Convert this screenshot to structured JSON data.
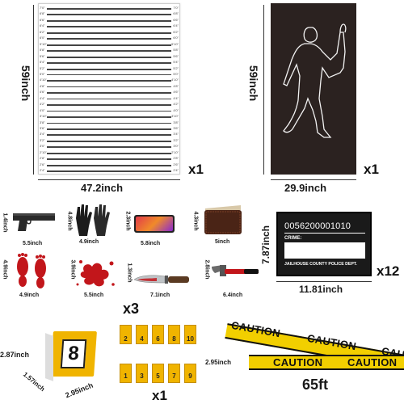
{
  "height_chart": {
    "width_label": "47.2inch",
    "height_label": "59inch",
    "qty": "x1",
    "marks_left": [
      "7'0\"",
      "6'8\"",
      "6'6\"",
      "6'4\"",
      "6'2\"",
      "6'0\"",
      "5'10\"",
      "5'8\"",
      "5'6\"",
      "5'4\"",
      "5'2\"",
      "5'0\"",
      "4'10\"",
      "4'8\"",
      "4'6\"",
      "4'4\"",
      "4'2\"",
      "4'0\"",
      "3'10\"",
      "3'8\"",
      "3'6\"",
      "3'4\"",
      "3'2\"",
      "3'0\"",
      "2'10\"",
      "2'8\"",
      "2'6\"",
      "2'4\""
    ],
    "marks_right": [
      "7'0\"",
      "6'8\"",
      "6'6\"",
      "6'4\"",
      "6'2\"",
      "6'0\"",
      "5'10\"",
      "5'8\"",
      "5'6\"",
      "5'4\"",
      "5'2\"",
      "5'0\"",
      "4'10\"",
      "4'8\"",
      "4'6\"",
      "4'4\"",
      "4'2\"",
      "4'0\"",
      "3'10\"",
      "3'8\"",
      "3'6\"",
      "3'4\"",
      "3'2\"",
      "3'0\"",
      "2'10\"",
      "2'8\"",
      "2'6\"",
      "2'4\""
    ]
  },
  "body_outline": {
    "width_label": "29.9inch",
    "height_label": "59inch",
    "qty": "x1"
  },
  "props": [
    {
      "name": "gun",
      "dim_w": "5.5inch",
      "dim_h": "1.4inch"
    },
    {
      "name": "gloves",
      "dim_w": "4.9inch",
      "dim_h": "4.8inch"
    },
    {
      "name": "phone",
      "dim_w": "5.8inch",
      "dim_h": "2.3inch"
    },
    {
      "name": "wallet",
      "dim_w": "5inch",
      "dim_h": "4.3inch"
    },
    {
      "name": "footprints",
      "dim_w": "4.9inch",
      "dim_h": "4.9inch"
    },
    {
      "name": "blood-splatter",
      "dim_w": "5.5inch",
      "dim_h": "3.9inch"
    },
    {
      "name": "knife",
      "dim_w": "7.1inch",
      "dim_h": "1.3inch"
    },
    {
      "name": "hammer",
      "dim_w": "6.4inch",
      "dim_h": "2.8inch"
    }
  ],
  "props_qty": "x3",
  "mugshot_board": {
    "number": "0056200001010",
    "crime_label": "CRIME:",
    "dept": "JAILHOUSE COUNTY POLICE DEPT.",
    "width_label": "11.81inch",
    "height_label": "7.87inch",
    "qty": "x12"
  },
  "evidence_tent": {
    "number": "8",
    "height_label": "2.87inch",
    "depth_label": "1.57inch",
    "width_label": "2.95inch"
  },
  "evidence_markers": {
    "top_row": [
      "2",
      "4",
      "6",
      "8",
      "10"
    ],
    "bottom_row": [
      "1",
      "3",
      "5",
      "7",
      "9"
    ],
    "qty": "x1"
  },
  "caution_tape": {
    "word": "CAUTION",
    "height_label": "2.95inch",
    "length_label": "65ft"
  },
  "colors": {
    "tape_yellow": "#f2cf00",
    "marker_gold": "#f0b400",
    "board_black": "#1a1a1a",
    "outline_bg": "#2b2220",
    "blood_red": "#c2161b"
  }
}
